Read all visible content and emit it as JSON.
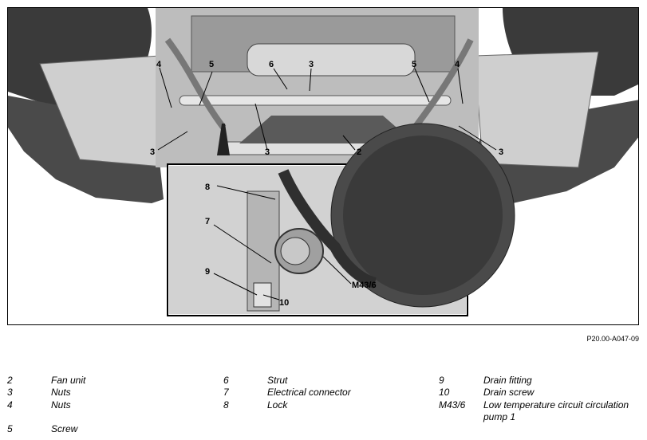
{
  "figure": {
    "reference_code": "P20.00-A047-09",
    "callouts": {
      "c4_left": "4",
      "c5_left": "5",
      "c6": "6",
      "c3_top": "3",
      "c5_right": "5",
      "c4_right": "4",
      "c3_left": "3",
      "c3_center": "3",
      "c2": "2",
      "c3_right": "3",
      "c8": "8",
      "c7": "7",
      "c9": "9",
      "c10": "10",
      "cM43": "M43/6"
    }
  },
  "legend": [
    {
      "num": "2",
      "desc": "Fan unit"
    },
    {
      "num": "3",
      "desc": "Nuts"
    },
    {
      "num": "4",
      "desc": "Nuts"
    },
    {
      "num": "5",
      "desc": "Screw"
    },
    {
      "num": "6",
      "desc": "Strut"
    },
    {
      "num": "7",
      "desc": "Electrical connector"
    },
    {
      "num": "8",
      "desc": "Lock"
    },
    {
      "num": "9",
      "desc": "Drain fitting"
    },
    {
      "num": "10",
      "desc": "Drain screw"
    },
    {
      "num": "M43/6",
      "desc": "Low temperature circuit circulation pump 1"
    }
  ]
}
